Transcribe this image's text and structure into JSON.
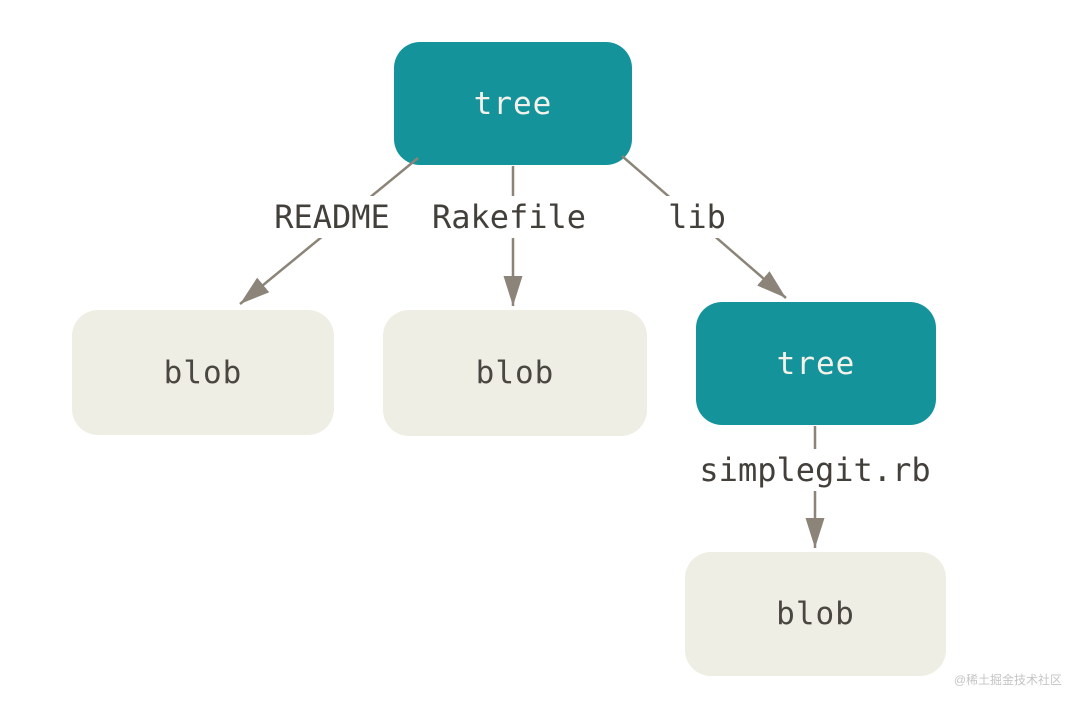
{
  "diagram": {
    "title_implicit": "git tree and blob objects",
    "colors": {
      "background": "#ffffff",
      "tree_fill": "#14939B",
      "tree_text": "#F3F1E9",
      "blob_fill": "#EFEEE4",
      "blob_text": "#4A4641",
      "edge": "#8C8478",
      "edge_label_text": "#433F3B",
      "watermark_text": "#C5C5C5"
    },
    "nodes": [
      {
        "id": "tree-root",
        "type": "tree",
        "label": "tree"
      },
      {
        "id": "blob-readme",
        "type": "blob",
        "label": "blob"
      },
      {
        "id": "blob-rakefile",
        "type": "blob",
        "label": "blob"
      },
      {
        "id": "tree-lib",
        "type": "tree",
        "label": "tree"
      },
      {
        "id": "blob-simplegit",
        "type": "blob",
        "label": "blob"
      }
    ],
    "edges": [
      {
        "from": "tree-root",
        "to": "blob-readme",
        "label": "README"
      },
      {
        "from": "tree-root",
        "to": "blob-rakefile",
        "label": "Rakefile"
      },
      {
        "from": "tree-root",
        "to": "tree-lib",
        "label": "lib"
      },
      {
        "from": "tree-lib",
        "to": "blob-simplegit",
        "label": "simplegit.rb"
      }
    ],
    "watermark": "@稀土掘金技术社区"
  }
}
